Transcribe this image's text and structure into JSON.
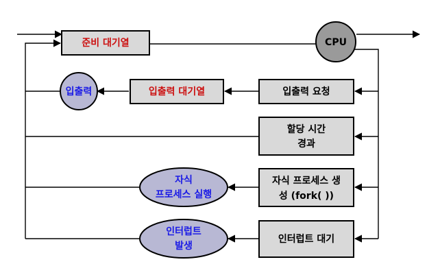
{
  "ready_queue": "준비 대기열",
  "cpu": "CPU",
  "io": "입출력",
  "io_queue": "입출력 대기열",
  "io_request": "입출력 요청",
  "time_slice": [
    "할당 시간",
    "경과"
  ],
  "fork_box": [
    "자식 프로세스 생",
    "성 (fork( ))"
  ],
  "child_exec": [
    "자식",
    "프로세스 실행"
  ],
  "interrupt_wait": "인터럽트 대기",
  "interrupt_occur": [
    "인터럽트",
    "발생"
  ]
}
